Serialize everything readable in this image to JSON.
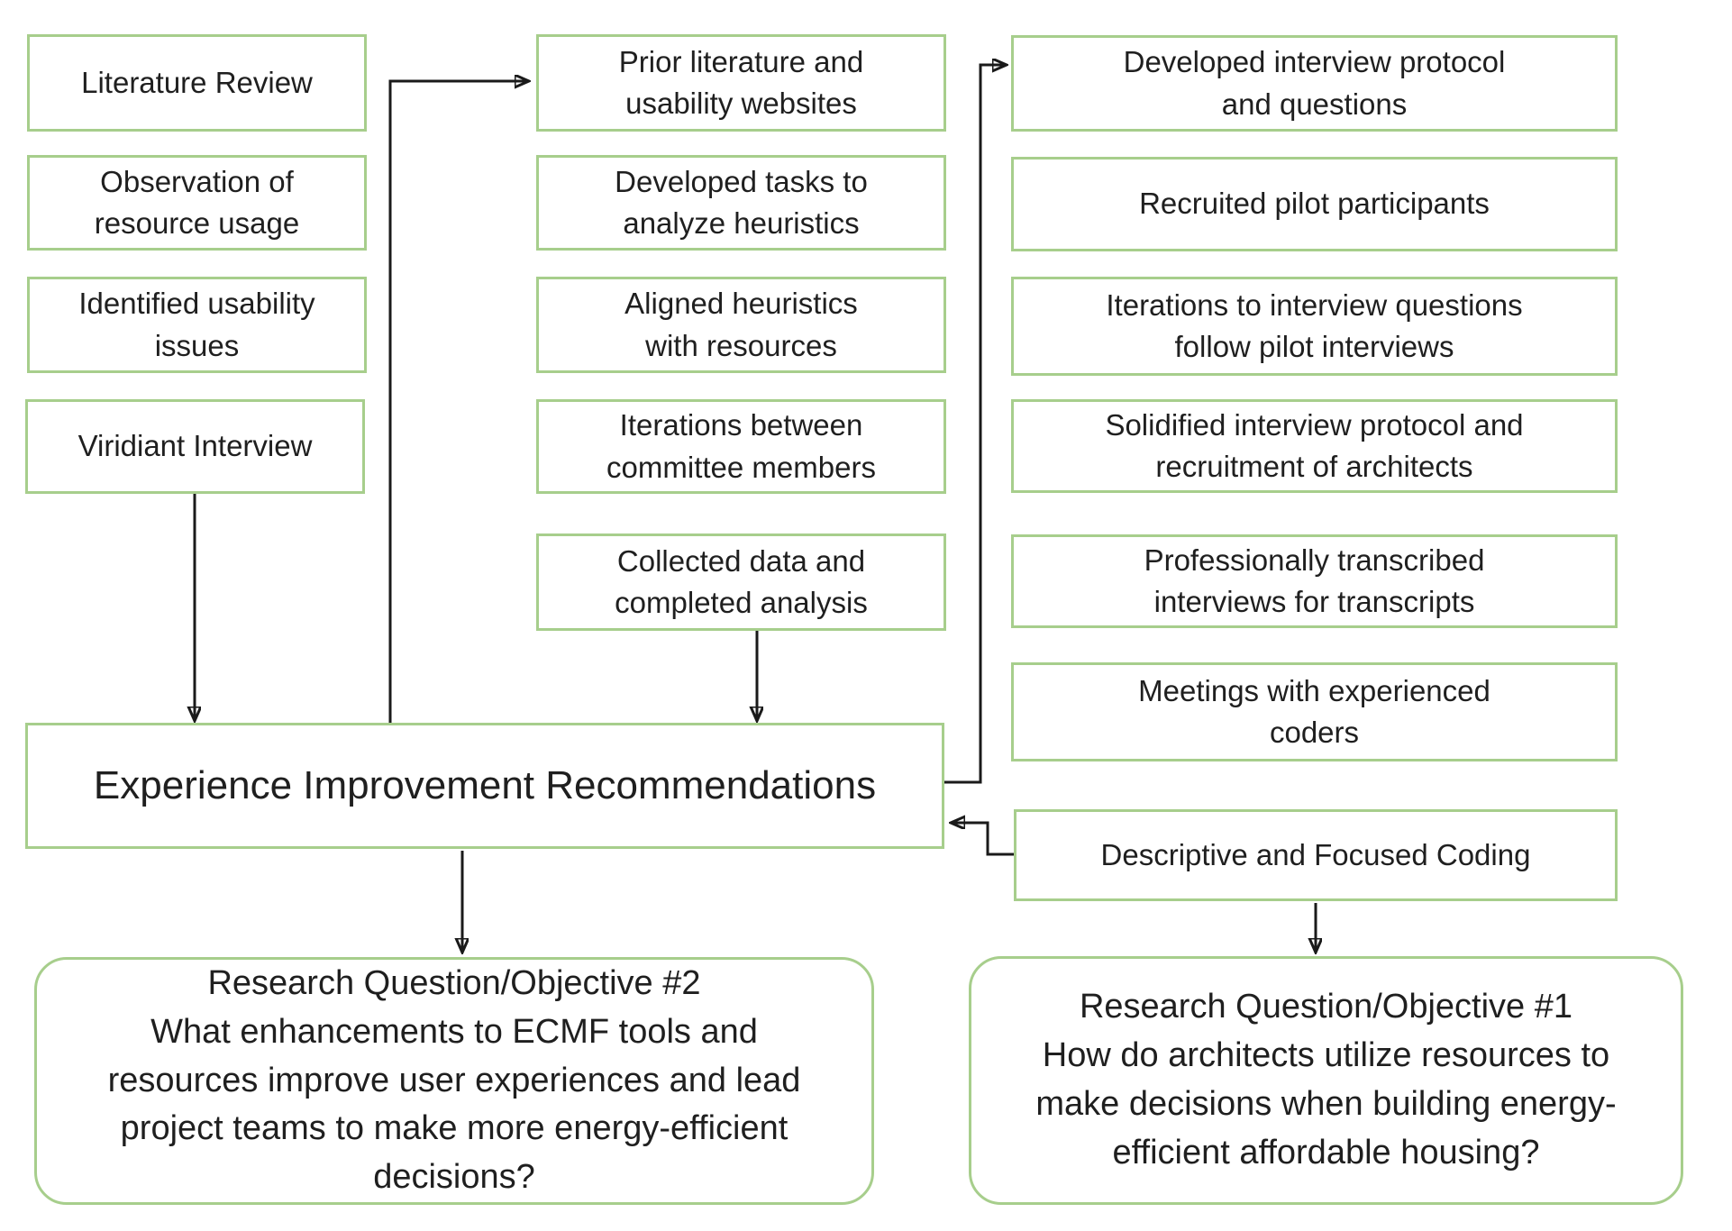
{
  "diagram": {
    "title": "Research methodology flowchart",
    "background_color": "#ffffff",
    "box_border_color": "#a7ce8c",
    "arrow_color": "#1a1a1a",
    "text_color": "#1f1f1f"
  },
  "columns": {
    "left": [
      {
        "label": "Literature Review"
      },
      {
        "label": "Observation of\nresource usage"
      },
      {
        "label": "Identified usability\nissues"
      },
      {
        "label": "Viridiant Interview"
      }
    ],
    "middle": [
      {
        "label": "Prior literature and\nusability websites"
      },
      {
        "label": "Developed tasks to\nanalyze heuristics"
      },
      {
        "label": "Aligned heuristics\nwith resources"
      },
      {
        "label": "Iterations between\ncommittee members"
      },
      {
        "label": "Collected data and\ncompleted analysis"
      }
    ],
    "right": [
      {
        "label": "Developed interview protocol\nand questions"
      },
      {
        "label": "Recruited pilot participants"
      },
      {
        "label": "Iterations to interview questions\nfollow pilot interviews"
      },
      {
        "label": "Solidified interview protocol and\nrecruitment of architects"
      },
      {
        "label": "Professionally transcribed\ninterviews for transcripts"
      },
      {
        "label": "Meetings with experienced\ncoders"
      },
      {
        "label": "Descriptive and Focused Coding"
      }
    ]
  },
  "summary": {
    "label": "Experience Improvement Recommendations"
  },
  "research": {
    "rq2": {
      "title": "Research Question/Objective #2",
      "question": "What enhancements to ECMF tools and\nresources improve user experiences and lead\nproject teams to make more energy-efficient\ndecisions?"
    },
    "rq1": {
      "title": "Research Question/Objective #1",
      "question": "How do architects utilize resources to\nmake decisions when building energy-\nefficient affordable housing?"
    }
  },
  "connectors": [
    {
      "from": "Viridiant Interview",
      "to": "Experience Improvement Recommendations"
    },
    {
      "from": "Collected data and completed analysis",
      "to": "Experience Improvement Recommendations"
    },
    {
      "from": "Experience Improvement Recommendations",
      "to": "Prior literature and usability websites"
    },
    {
      "from": "Experience Improvement Recommendations",
      "to": "Developed interview protocol and questions"
    },
    {
      "from": "Descriptive and Focused Coding",
      "to": "Experience Improvement Recommendations"
    },
    {
      "from": "Experience Improvement Recommendations",
      "to": "Research Question/Objective #2"
    },
    {
      "from": "Descriptive and Focused Coding",
      "to": "Research Question/Objective #1"
    }
  ]
}
